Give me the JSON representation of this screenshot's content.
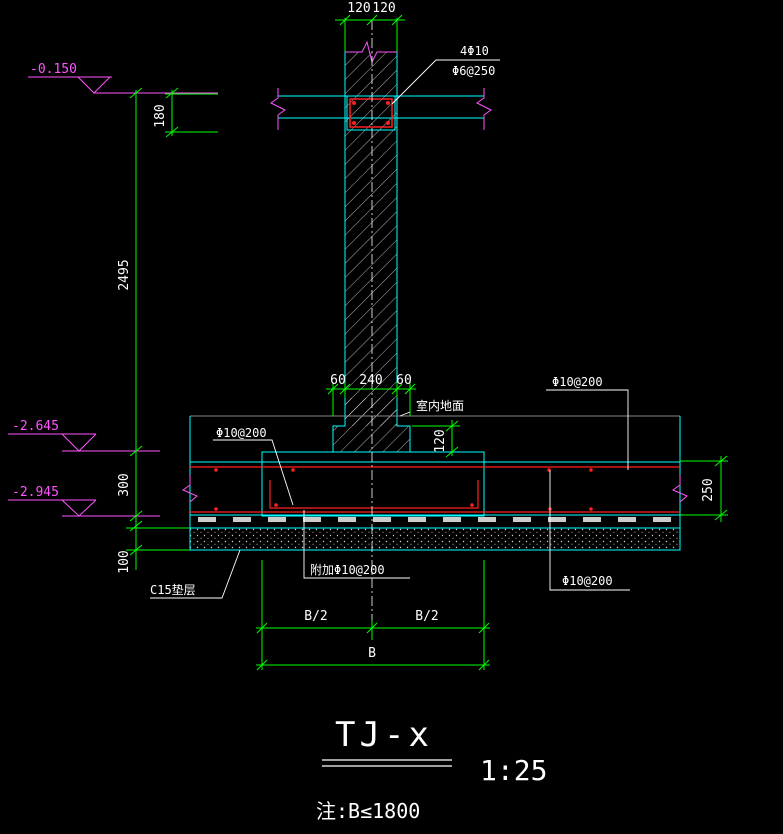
{
  "drawing": {
    "title": "TJ-x",
    "scale": "1:25",
    "note": "注:B≤1800"
  },
  "levels": {
    "top": "-0.150",
    "mid": "-2.645",
    "bottom": "-2.945"
  },
  "dimensions": {
    "wall_left": "120",
    "wall_right": "120",
    "beam_height": "180",
    "wall_height": "2495",
    "step_left": "60",
    "step_mid": "240",
    "step_right": "60",
    "step_height": "120",
    "footing_height": "300",
    "cushion_height": "100",
    "slab_thickness": "250",
    "half_b_left": "B/2",
    "half_b_right": "B/2",
    "total_b": "B"
  },
  "labels": {
    "beam_main_rebar": "4Φ10",
    "beam_stirrup": "Φ6@250",
    "indoor_ground": "室内地面",
    "footing_top_left": "Φ10@200",
    "footing_top_right": "Φ10@200",
    "added_rebar": "附加Φ10@200",
    "bottom_rebar": "Φ10@200",
    "cushion": "C15垫层"
  },
  "colors": {
    "concrete": "#00ffff",
    "dimension": "#00ff00",
    "level": "#ff55ff",
    "rebar": "#ff2020",
    "text": "#ffffff"
  }
}
